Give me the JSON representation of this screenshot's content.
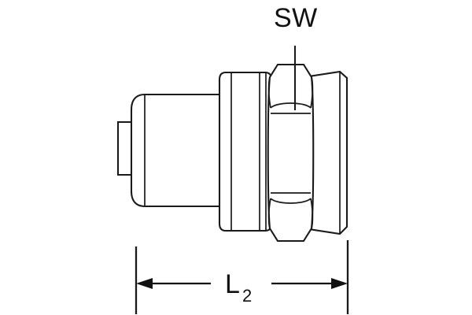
{
  "drawing": {
    "type": "technical-line-drawing",
    "subject": "threaded pipe fitting / connector, side elevation",
    "background_color": "#ffffff",
    "line_color": "#1a1a1a",
    "annotations": {
      "wrench_size": {
        "label": "SW",
        "meaning": "wrench size across flats",
        "target": "hex-nut"
      },
      "length_dimension": {
        "label": "L",
        "subscript": "2",
        "meaning": "overall installed length",
        "arrow_style": "double-ended-inward"
      }
    },
    "components": [
      {
        "name": "end-tab",
        "description": "small rectangular tab at far left"
      },
      {
        "name": "barrel-body",
        "description": "cylindrical body with rounded left end"
      },
      {
        "name": "collar-flange",
        "description": "raised collar with rounded corners"
      },
      {
        "name": "hex-nut",
        "description": "hexagonal wrench-flat nut with chamfer arcs"
      },
      {
        "name": "right-spigot",
        "description": "cylindrical right section with chamfered edge"
      }
    ]
  }
}
